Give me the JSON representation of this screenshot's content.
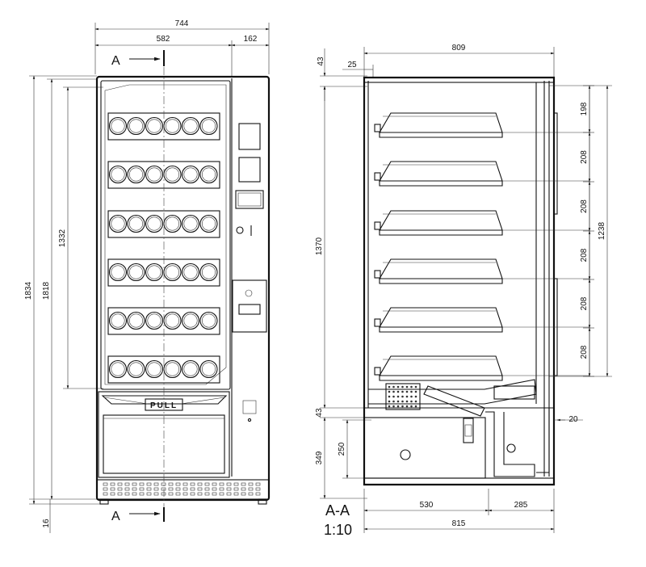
{
  "front_view": {
    "dims": {
      "overall_width": "744",
      "door_width": "582",
      "panel_width": "162",
      "overall_height": "1834",
      "door_height": "1818",
      "window_height": "1332",
      "foot_height": "16"
    },
    "section_marker": "A",
    "pull_label": "PULL"
  },
  "side_view": {
    "dims": {
      "depth": "809",
      "top_gap": "43",
      "inset": "25",
      "tray_spacing": [
        "198",
        "208",
        "208",
        "208",
        "208",
        "208"
      ],
      "trays_total": "1238",
      "cabinet_height": "1370",
      "base_gap": "43",
      "lower_height": "349",
      "bin_height": "250",
      "right_offset": "20",
      "front_depth": "530",
      "rear_depth": "285",
      "total_depth": "815"
    },
    "section_title": "A-A",
    "scale": "1:10"
  }
}
